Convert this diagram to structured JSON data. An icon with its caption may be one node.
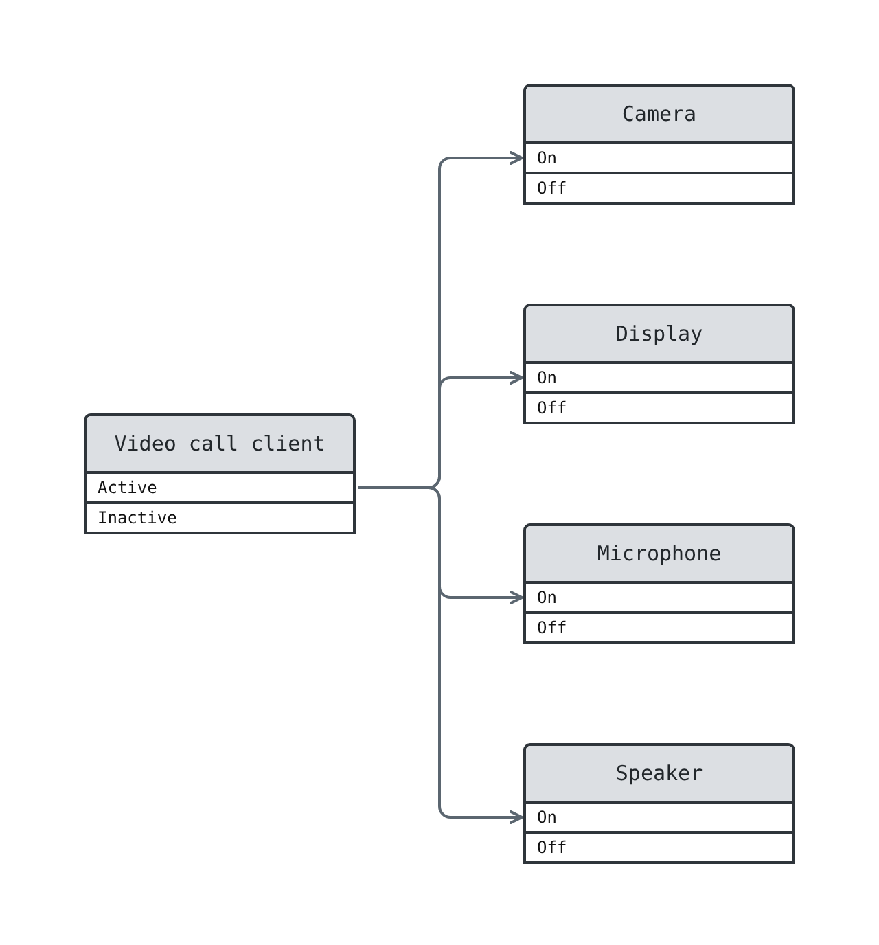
{
  "diagram": {
    "nodes": [
      {
        "text": [
          "Video call client"
        ]
      },
      {
        "text": [
          "Active"
        ],
        "in": 0
      },
      {
        "text": [
          "Inactive"
        ],
        "in": 0
      },
      {
        "text": [
          "Camera"
        ]
      },
      {
        "text": [
          "On"
        ],
        "in": 3
      },
      {
        "text": [
          "Off"
        ],
        "in": 3
      },
      {
        "text": [
          "Display"
        ]
      },
      {
        "text": [
          "On"
        ],
        "in": 6
      },
      {
        "text": [
          "Off"
        ],
        "in": 6
      },
      {
        "text": [
          "Microphone"
        ]
      },
      {
        "text": [
          "On"
        ],
        "in": 9
      },
      {
        "text": [
          "Off"
        ],
        "in": 9
      },
      {
        "text": [
          "Speaker"
        ]
      },
      {
        "text": [
          "On"
        ],
        "in": 12
      },
      {
        "text": [
          "Off"
        ],
        "in": 12
      }
    ],
    "edges": [
      {
        "from": 1,
        "to": 4,
        "arrow": "to"
      },
      {
        "from": 1,
        "to": 7,
        "arrow": "to"
      },
      {
        "from": 1,
        "to": 10,
        "arrow": "to"
      },
      {
        "from": 1,
        "to": 13,
        "arrow": "to"
      }
    ]
  }
}
